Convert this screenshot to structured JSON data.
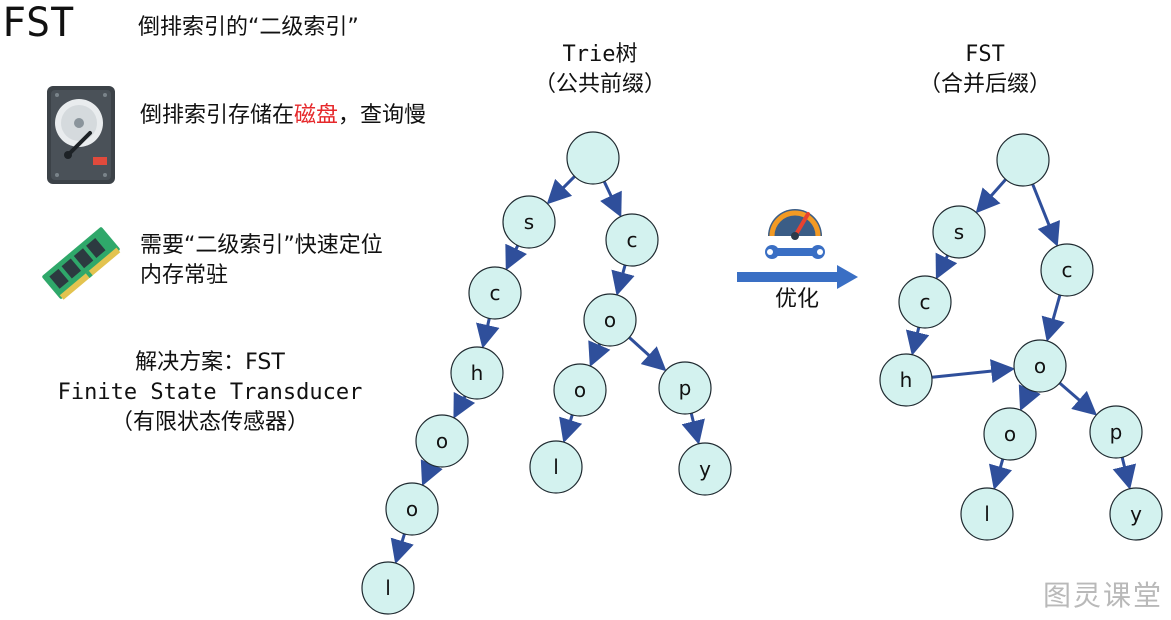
{
  "header": {
    "title": "FST",
    "subtitle": "倒排索引的“二级索引”"
  },
  "left": {
    "disk": {
      "icon": "hard-disk-icon",
      "text_before": "倒排索引存储在",
      "text_highlight": "磁盘",
      "text_after": "，查询慢",
      "highlight_color": "#e6282b"
    },
    "memory": {
      "icon": "ram-chip-icon",
      "line1": "需要“二级索引”快速定位",
      "line2": "内存常驻"
    },
    "solution": {
      "line1": "解决方案：FST",
      "line2": "Finite State Transducer",
      "line3": "（有限状态传感器）"
    }
  },
  "trie": {
    "heading": "Trie树",
    "subheading": "（公共前缀）",
    "nodes": [
      {
        "id": "t_root",
        "label": ""
      },
      {
        "id": "t_s",
        "label": "s"
      },
      {
        "id": "t_c1",
        "label": "c"
      },
      {
        "id": "t_c2",
        "label": "c"
      },
      {
        "id": "t_h",
        "label": "h"
      },
      {
        "id": "t_o1",
        "label": "o"
      },
      {
        "id": "t_o2",
        "label": "o"
      },
      {
        "id": "t_l1",
        "label": "l"
      },
      {
        "id": "t_o3",
        "label": "o"
      },
      {
        "id": "t_o4",
        "label": "o"
      },
      {
        "id": "t_p",
        "label": "p"
      },
      {
        "id": "t_l2",
        "label": "l"
      },
      {
        "id": "t_y",
        "label": "y"
      }
    ],
    "edges": [
      [
        "t_root",
        "t_s"
      ],
      [
        "t_root",
        "t_c2"
      ],
      [
        "t_s",
        "t_c1"
      ],
      [
        "t_c1",
        "t_h"
      ],
      [
        "t_h",
        "t_o1"
      ],
      [
        "t_o1",
        "t_o2"
      ],
      [
        "t_o2",
        "t_l1"
      ],
      [
        "t_c2",
        "t_o3"
      ],
      [
        "t_o3",
        "t_o4"
      ],
      [
        "t_o3",
        "t_p"
      ],
      [
        "t_o4",
        "t_l2"
      ],
      [
        "t_p",
        "t_y"
      ]
    ]
  },
  "optimize": {
    "label": "优化",
    "icon": "gauge-wrench-icon",
    "arrow_color": "#3a6fc4"
  },
  "fst": {
    "heading": "FST",
    "subheading": "（合并后缀）",
    "nodes": [
      {
        "id": "f_root",
        "label": ""
      },
      {
        "id": "f_s",
        "label": "s"
      },
      {
        "id": "f_c1",
        "label": "c"
      },
      {
        "id": "f_c2",
        "label": "c"
      },
      {
        "id": "f_h",
        "label": "h"
      },
      {
        "id": "f_o1",
        "label": "o"
      },
      {
        "id": "f_o2",
        "label": "o"
      },
      {
        "id": "f_p",
        "label": "p"
      },
      {
        "id": "f_l",
        "label": "l"
      },
      {
        "id": "f_y",
        "label": "y"
      }
    ],
    "edges": [
      [
        "f_root",
        "f_s"
      ],
      [
        "f_root",
        "f_c2"
      ],
      [
        "f_s",
        "f_c1"
      ],
      [
        "f_c1",
        "f_h"
      ],
      [
        "f_h",
        "f_o1"
      ],
      [
        "f_c2",
        "f_o1"
      ],
      [
        "f_o1",
        "f_o2"
      ],
      [
        "f_o1",
        "f_p"
      ],
      [
        "f_o2",
        "f_l"
      ],
      [
        "f_p",
        "f_y"
      ]
    ]
  },
  "watermark": "图灵课堂"
}
